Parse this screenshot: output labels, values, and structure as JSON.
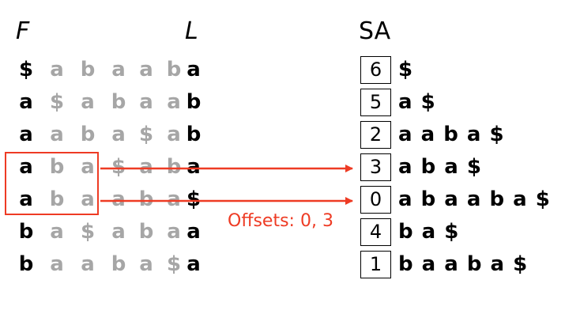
{
  "headers": {
    "f": "F",
    "l": "L",
    "sa": "SA"
  },
  "bwm_rows": [
    [
      "$",
      "a",
      "b",
      "a",
      "a",
      "b",
      "a"
    ],
    [
      "a",
      "$",
      "a",
      "b",
      "a",
      "a",
      "b"
    ],
    [
      "a",
      "a",
      "b",
      "a",
      "$",
      "a",
      "b"
    ],
    [
      "a",
      "b",
      "a",
      "$",
      "a",
      "b",
      "a"
    ],
    [
      "a",
      "b",
      "a",
      "a",
      "b",
      "a",
      "$"
    ],
    [
      "b",
      "a",
      "$",
      "a",
      "b",
      "a",
      "a"
    ],
    [
      "b",
      "a",
      "a",
      "b",
      "a",
      "$",
      "a"
    ]
  ],
  "suffix_array": [
    {
      "offset": "6",
      "suffix": "$"
    },
    {
      "offset": "5",
      "suffix": "a $"
    },
    {
      "offset": "2",
      "suffix": "a a b a $"
    },
    {
      "offset": "3",
      "suffix": "a b a $"
    },
    {
      "offset": "0",
      "suffix": "a b a a b a $"
    },
    {
      "offset": "4",
      "suffix": "b a $"
    },
    {
      "offset": "1",
      "suffix": "b a a b a $"
    }
  ],
  "annotation": "Offsets: 0, 3",
  "colors": {
    "highlight": "#ee3b24",
    "dim": "#a6a6a6",
    "ink": "#000000"
  }
}
